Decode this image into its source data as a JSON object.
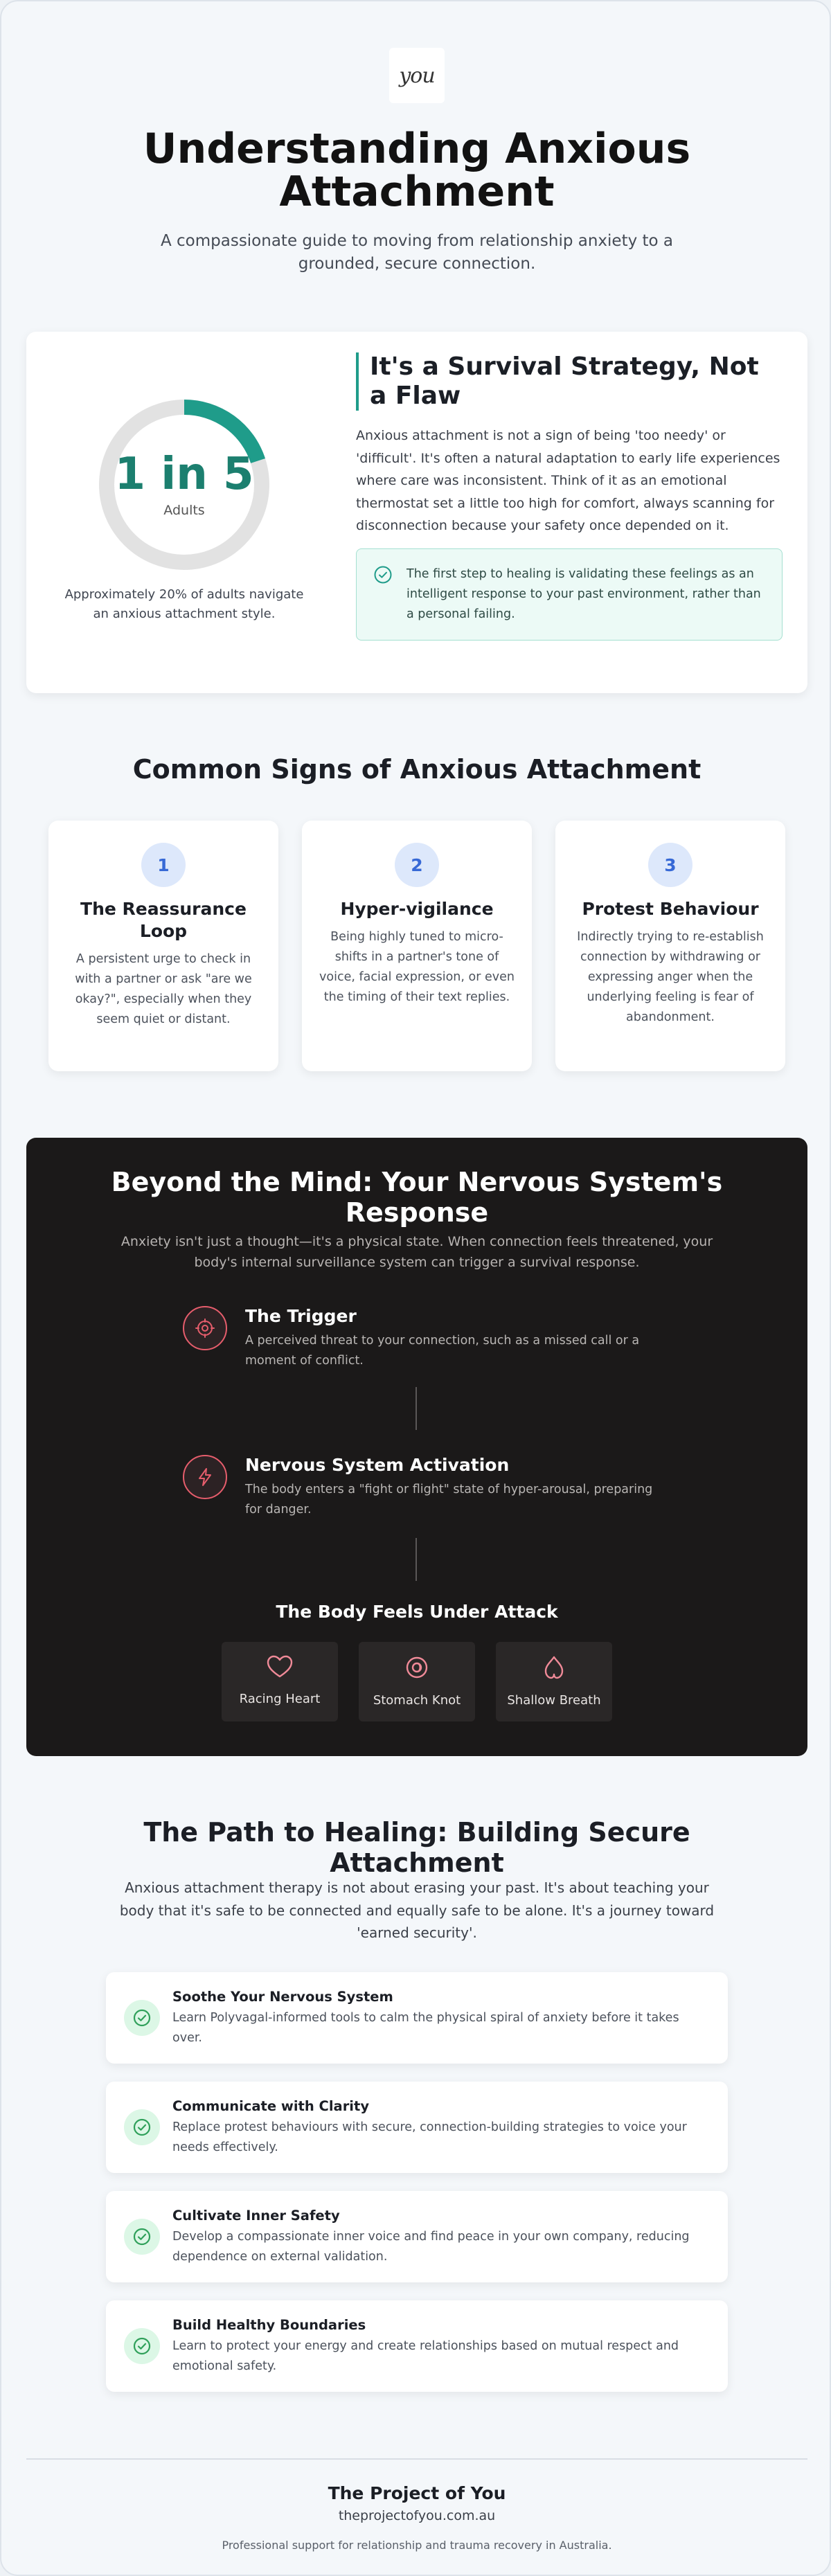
{
  "header": {
    "logo_text": "you",
    "title": "Understanding Anxious Attachment",
    "subtitle": "A compassionate guide to moving from relationship anxiety to a grounded, secure connection."
  },
  "survival": {
    "stat": "1 in 5",
    "stat_label": "Adults",
    "stat_fraction": 0.2,
    "stat_caption": "Approximately 20% of adults navigate an anxious attachment style.",
    "heading": "It's a Survival Strategy, Not a Flaw",
    "body": "Anxious attachment is not a sign of being 'too needy' or 'difficult'. It's often a natural adaptation to early life experiences where care was inconsistent. Think of it as an emotional thermostat set a little too high for comfort, always scanning for disconnection because your safety once depended on it.",
    "callout": "The first step to healing is validating these feelings as an intelligent response to your past environment, rather than a personal failing."
  },
  "signs": {
    "title": "Common Signs of Anxious Attachment",
    "items": [
      {
        "num": "1",
        "title": "The Reassurance Loop",
        "desc": "A persistent urge to check in with a partner or ask \"are we okay?\", especially when they seem quiet or distant."
      },
      {
        "num": "2",
        "title": "Hyper-vigilance",
        "desc": "Being highly tuned to micro-shifts in a partner's tone of voice, facial expression, or even the timing of their text replies."
      },
      {
        "num": "3",
        "title": "Protest Behaviour",
        "desc": "Indirectly trying to re-establish connection by withdrawing or expressing anger when the underlying feeling is fear of abandonment."
      }
    ]
  },
  "nervous": {
    "title": "Beyond the Mind: Your Nervous System's Response",
    "subtitle": "Anxiety isn't just a thought—it's a physical state. When connection feels threatened, your body's internal surveillance system can trigger a survival response.",
    "steps": [
      {
        "title": "The Trigger",
        "desc": "A perceived threat to your connection, such as a missed call or a moment of conflict."
      },
      {
        "title": "Nervous System Activation",
        "desc": "The body enters a \"fight or flight\" state of hyper-arousal, preparing for danger."
      }
    ],
    "body_title": "The Body Feels Under Attack",
    "symptoms": [
      "Racing Heart",
      "Stomach Knot",
      "Shallow Breath"
    ]
  },
  "healing": {
    "title": "The Path to Healing: Building Secure Attachment",
    "intro": "Anxious attachment therapy is not about erasing your past. It's about teaching your body that it's safe to be connected and equally safe to be alone. It's a journey toward 'earned security'.",
    "items": [
      {
        "title": "Soothe Your Nervous System",
        "desc": "Learn Polyvagal-informed tools to calm the physical spiral of anxiety before it takes over."
      },
      {
        "title": "Communicate with Clarity",
        "desc": "Replace protest behaviours with secure, connection-building strategies to voice your needs effectively."
      },
      {
        "title": "Cultivate Inner Safety",
        "desc": "Develop a compassionate inner voice and find peace in your own company, reducing dependence on external validation."
      },
      {
        "title": "Build Healthy Boundaries",
        "desc": "Learn to protect your energy and create relationships based on mutual respect and emotional safety."
      }
    ]
  },
  "footer": {
    "name": "The Project of You",
    "url": "theprojectofyou.com.au",
    "note": "Professional support for relationship and trauma recovery in Australia."
  },
  "colors": {
    "accent_teal": "#1f9c8a",
    "ring_track": "#e2e2e2",
    "number_blue": "#3769d6",
    "alert_red": "#e65d6c",
    "check_green": "#2fa05a"
  }
}
